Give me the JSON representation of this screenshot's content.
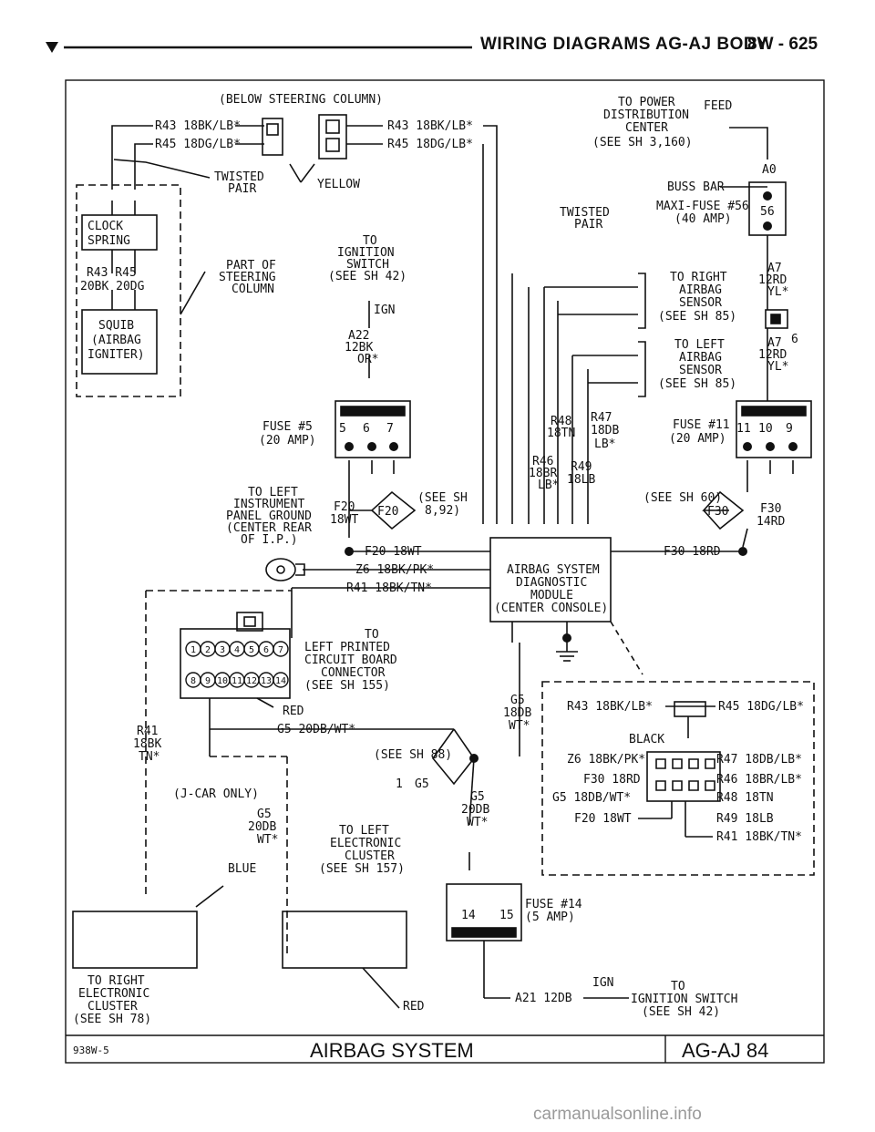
{
  "header": {
    "title": "WIRING DIAGRAMS AG-AJ BODY",
    "page": "8W - 625"
  },
  "labels": {
    "below_steering": "(BELOW STEERING COLUMN)",
    "r43_l": "R43 18BK/LB*",
    "r45_l": "R45 18DG/LB*",
    "r43_r": "R43 18BK/LB*",
    "r45_r": "R45 18DG/LB*",
    "twisted_1": "TWISTED",
    "pair_1": "PAIR",
    "yellow": "YELLOW",
    "clock_1": "CLOCK",
    "clock_2": "SPRING",
    "r43_r45": "R43 R45",
    "bk_dg": "20BK 20DG",
    "squib_1": "SQUIB",
    "squib_2": "(AIRBAG",
    "squib_3": "IGNITER)",
    "part_of_1": "PART OF",
    "part_of_2": "STEERING",
    "part_of_3": "COLUMN",
    "ign_sw_1": "TO",
    "ign_sw_2": "IGNITION",
    "ign_sw_3": "SWITCH",
    "ign_sw_4": "(SEE SH 42)",
    "ign": "IGN",
    "a22_1": "A22",
    "a22_2": "12BK",
    "a22_3": "OR*",
    "fuse5_1": "FUSE #5",
    "fuse5_2": "(20 AMP)",
    "fuse5_t5": "5",
    "fuse5_t6": "6",
    "fuse5_t7": "7",
    "pwr_1": "TO POWER",
    "pwr_2": "DISTRIBUTION",
    "pwr_3": "CENTER",
    "pwr_4": "(SEE SH 3,160)",
    "feed": "FEED",
    "a0": "A0",
    "buss_bar": "BUSS BAR",
    "twisted_2": "TWISTED",
    "pair_2": "PAIR",
    "maxi_1": "MAXI-FUSE #56",
    "maxi_2": "(40 AMP)",
    "maxi_56": "56",
    "ras_1": "TO RIGHT",
    "ras_2": "AIRBAG",
    "ras_3": "SENSOR",
    "ras_4": "(SEE SH 85)",
    "las_1": "TO LEFT",
    "las_2": "AIRBAG",
    "las_3": "SENSOR",
    "las_4": "(SEE SH 85)",
    "a7a_1": "A7",
    "a7a_2": "12RD",
    "a7a_3": "YL*",
    "a7b_1": "A7",
    "a7b_2": "12RD",
    "a7b_3": "YL*",
    "six": "6",
    "r48_1": "R48",
    "r48_2": "18TN",
    "r47_1": "R47",
    "r47_2": "18DB",
    "r47_3": "LB*",
    "r46_1": "R46",
    "r46_2": "18BR",
    "r46_3": "LB*",
    "r49_1": "R49",
    "r49_2": "18LB",
    "fuse11_1": "FUSE #11",
    "fuse11_2": "(20 AMP)",
    "fuse11_t11": "11",
    "fuse11_t10": "10",
    "fuse11_t9": "9",
    "see60": "(SEE SH 60)",
    "f30_1": "F30",
    "f30_2": "14RD",
    "f30_tag": "F30",
    "f30_18rd": "F30 18RD",
    "gnd_1": "TO LEFT",
    "gnd_2": "INSTRUMENT",
    "gnd_3": "PANEL GROUND",
    "gnd_4": "(CENTER REAR",
    "gnd_5": "OF I.P.)",
    "f20_1": "F20",
    "f20_2": "18WT",
    "f20_tag": "F20",
    "see892_1": "(SEE SH",
    "see892_2": "8,92)",
    "f20_18wt": "F20 18WT",
    "z6": "Z6 18BK/PK*",
    "r41_a": "R41 18BK/TN*",
    "asdm_1": "AIRBAG SYSTEM",
    "asdm_2": "DIAGNOSTIC",
    "asdm_3": "MODULE",
    "asdm_4": "(CENTER CONSOLE)",
    "pcb_1": "TO",
    "pcb_2": "LEFT PRINTED",
    "pcb_3": "CIRCUIT BOARD",
    "pcb_4": "CONNECTOR",
    "pcb_5": "(SEE SH 155)",
    "pcb_pins_top": [
      "1",
      "2",
      "3",
      "4",
      "5",
      "6",
      "7"
    ],
    "pcb_pins_bot": [
      "8",
      "9",
      "10",
      "11",
      "12",
      "13",
      "14"
    ],
    "red_1": "RED",
    "g5_a": "G5 20DB/WT*",
    "r41_v1": "R41",
    "r41_v2": "18BK",
    "r41_v3": "TN*",
    "jcar": "(J-CAR ONLY)",
    "g5v_1": "G5",
    "g5v_2": "20DB",
    "g5v_3": "WT*",
    "lec_1": "TO LEFT",
    "lec_2": "ELECTRONIC",
    "lec_3": "CLUSTER",
    "lec_4": "(SEE SH 157)",
    "blue": "BLUE",
    "rec_1": "TO RIGHT",
    "rec_2": "ELECTRONIC",
    "rec_3": "CLUSTER",
    "rec_4": "(SEE SH 78)",
    "red_2": "RED",
    "see88": "(SEE SH 88)",
    "g5_tag": "G5",
    "g5_tag_n": "1",
    "g5b_1": "G5",
    "g5b_2": "20DB",
    "g5b_3": "WT*",
    "g5c_1": "G5",
    "g5c_2": "18DB",
    "g5c_3": "WT*",
    "fuse14_1": "FUSE #14",
    "fuse14_2": "(5 AMP)",
    "fuse14_t14": "14",
    "fuse14_t15": "15",
    "a21": "A21 12DB",
    "ign2": "IGN",
    "ign_sw2_1": "TO",
    "ign_sw2_2": "IGNITION SWITCH",
    "ign_sw2_3": "(SEE SH 42)",
    "conn_r43": "R43 18BK/LB*",
    "conn_r45": "R45 18DG/LB*",
    "black": "BLACK",
    "conn_z6": "Z6 18BK/PK*",
    "conn_r47": "R47 18DB/LB*",
    "conn_f30": "F30 18RD",
    "conn_r46": "R46 18BR/LB*",
    "conn_g5": "G5 18DB/WT*",
    "conn_r48": "R48 18TN",
    "conn_f20": "F20 18WT",
    "conn_r49": "R49 18LB",
    "conn_r41": "R41 18BK/TN*"
  },
  "footer": {
    "code": "938W-5",
    "system": "AIRBAG SYSTEM",
    "ref": "AG-AJ 84"
  },
  "watermark": "carmanualsonline.info"
}
